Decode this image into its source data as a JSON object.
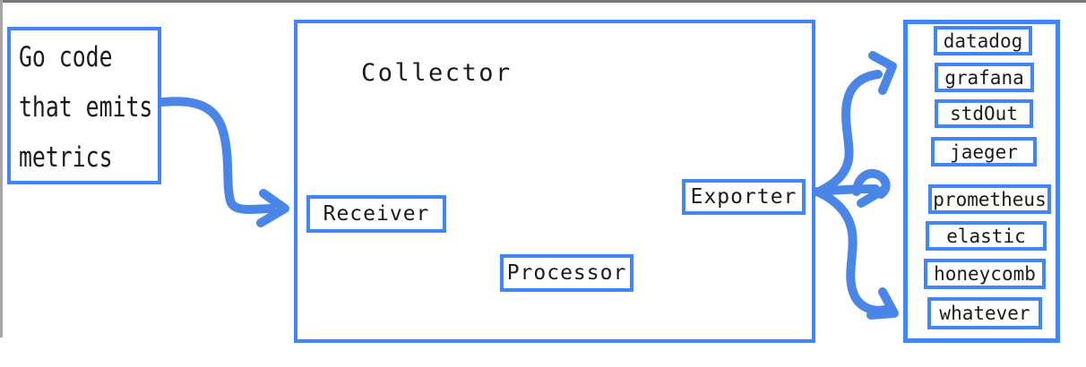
{
  "window": {
    "top_edge_color": "#777777",
    "left_edge_color": "#a6a6a6"
  },
  "colors": {
    "accent": "#4285f4",
    "arrow": "#4a86e8",
    "text": "#1b1b1b",
    "background": "#ffffff"
  },
  "source_box": {
    "lines": [
      "Go code",
      "that emits",
      "metrics"
    ]
  },
  "collector": {
    "title": "Collector",
    "stages": [
      {
        "label": "Receiver"
      },
      {
        "label": "Processor"
      },
      {
        "label": "Exporter"
      }
    ]
  },
  "destinations": {
    "items": [
      "datadog",
      "grafana",
      "stdOut",
      "jaeger",
      "prometheus",
      "elastic",
      "honeycomb",
      "whatever"
    ]
  },
  "arrows": [
    {
      "name": "source-to-collector",
      "from": "Go code that emits metrics",
      "to": "Collector"
    },
    {
      "name": "receiver-to-processor",
      "from": "Receiver",
      "to": "Processor"
    },
    {
      "name": "processor-to-exporter",
      "from": "Processor",
      "to": "Exporter"
    },
    {
      "name": "exporter-fanout-up",
      "from": "Exporter",
      "to": "upper destinations"
    },
    {
      "name": "exporter-fanout-middle",
      "from": "Exporter",
      "to": "middle destinations"
    },
    {
      "name": "exporter-fanout-down",
      "from": "Exporter",
      "to": "lower destinations"
    }
  ]
}
